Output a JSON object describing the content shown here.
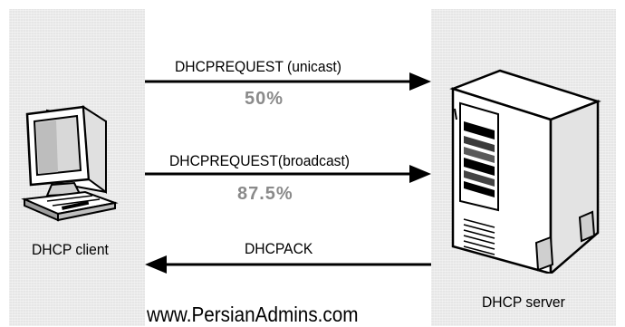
{
  "nodes": {
    "client": {
      "label": "DHCP client"
    },
    "server": {
      "label": "DHCP server"
    }
  },
  "messages": [
    {
      "label": "DHCPREQUEST (unicast)",
      "percent": "50%",
      "direction": "client-to-server"
    },
    {
      "label": "DHCPREQUEST(broadcast)",
      "percent": "87.5%",
      "direction": "client-to-server"
    },
    {
      "label": "DHCPACK",
      "percent": "",
      "direction": "server-to-client"
    }
  ],
  "footer": {
    "watermark": "www.PersianAdmins.com"
  },
  "colors": {
    "panel": "#e6e6e6",
    "arrow": "#000000",
    "percent": "#8a8a8a"
  },
  "icons": {
    "client": "computer-monitor-icon",
    "server": "tower-server-icon"
  }
}
